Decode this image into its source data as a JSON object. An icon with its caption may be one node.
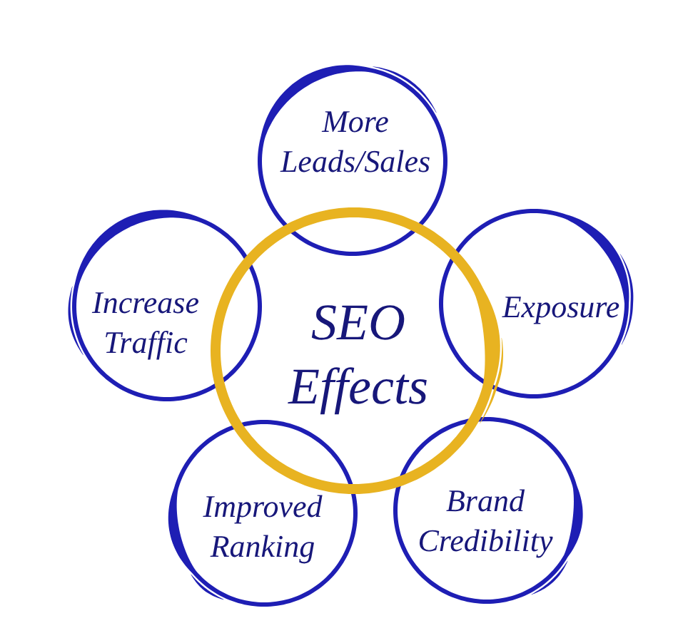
{
  "diagram": {
    "nodes": [
      {
        "text": [
          "More Leads/Sales"
        ]
      },
      {
        "text": [
          "Increase Traffic"
        ]
      },
      {
        "text": [
          "SEO Effects"
        ]
      },
      {
        "text": [
          "Exposure"
        ]
      },
      {
        "text": [
          "Improved Ranking"
        ]
      },
      {
        "text": [
          "Brand Credibility"
        ]
      }
    ]
  }
}
